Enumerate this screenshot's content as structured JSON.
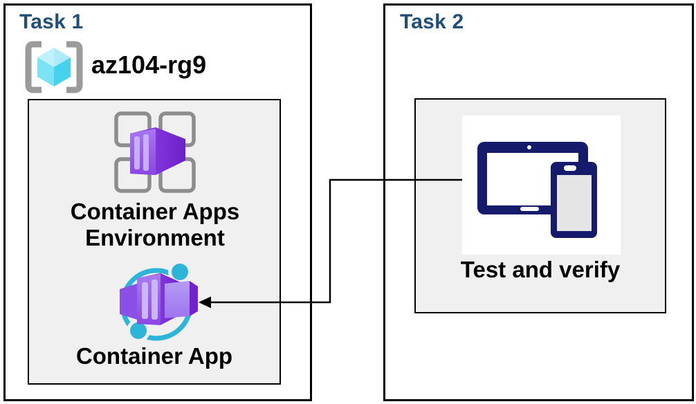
{
  "diagram": {
    "task1": {
      "title": "Task 1",
      "resource_group": {
        "name": "az104-rg9",
        "icon": "resource-group-icon"
      },
      "nodes": [
        {
          "label": "Container Apps Environment",
          "icon": "container-apps-environment-icon"
        },
        {
          "label": "Container App",
          "icon": "container-app-icon"
        }
      ]
    },
    "task2": {
      "title": "Task 2",
      "nodes": [
        {
          "label": "Test and verify",
          "icon": "devices-icon"
        }
      ]
    },
    "connector": {
      "type": "elbow-arrow",
      "from": "Test and verify",
      "to": "Container App"
    },
    "colors": {
      "title_text": "#1F4E79",
      "box_border": "#000000",
      "panel_bg": "#F0F0F0",
      "device_navy": "#151A6B",
      "teal": "#2CB5D9",
      "purple_dark": "#7122CC",
      "purple_light": "#A877F0",
      "rg_cyan": "#4ED4EF",
      "grid_gray": "#8D8D8D"
    }
  }
}
